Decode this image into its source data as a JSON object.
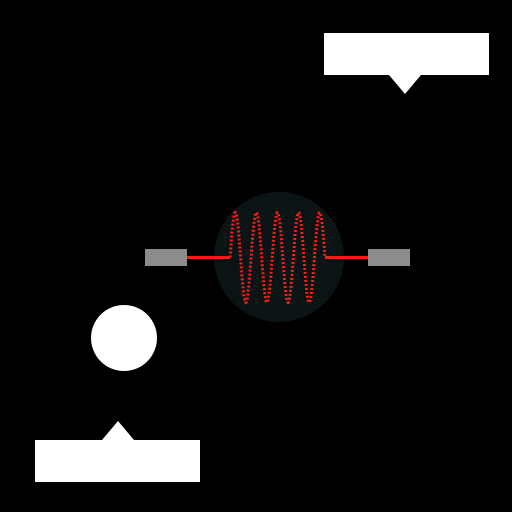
{
  "game": {
    "background_color": "#000000",
    "callouts": [
      {
        "id": "top",
        "pointer": "down",
        "text": ""
      },
      {
        "id": "bottom",
        "pointer": "up",
        "text": ""
      }
    ],
    "ball": {
      "color": "#ffffff"
    },
    "heater_coil": {
      "icon": "resistor-coil-icon",
      "wire_color": "#ff1a1a",
      "terminal_color": "#8c8c8c",
      "halo_color": "#0b1414"
    }
  }
}
